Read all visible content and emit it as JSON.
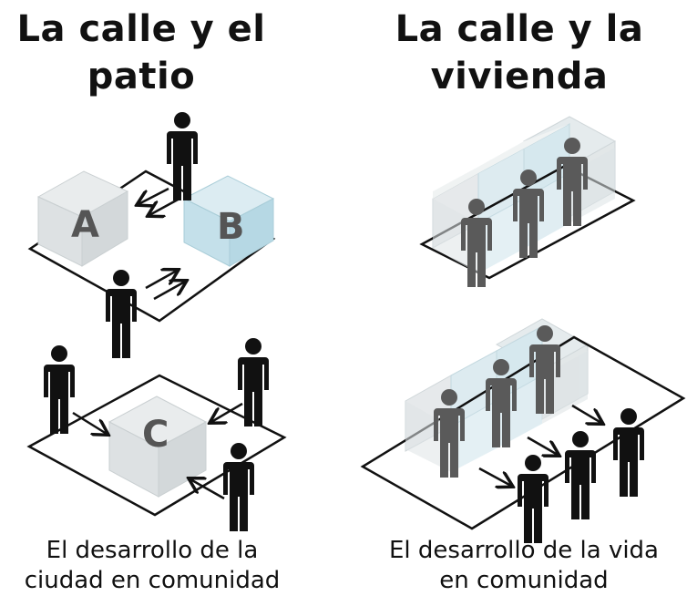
{
  "left": {
    "title": [
      "La calle y el",
      "patio"
    ],
    "caption": [
      "El desarrollo de la",
      "ciudad en comunidad"
    ],
    "labels": {
      "a": "A",
      "b": "B",
      "c": "C"
    }
  },
  "right": {
    "title": [
      "La calle y la",
      "vivienda"
    ],
    "caption": [
      "El desarrollo de la vida",
      "en comunidad"
    ]
  },
  "colors": {
    "box_grey": "#dfe4e6",
    "box_blue": "#cde6ee",
    "figure": "#111111",
    "figure_faded": "#5a5a5a"
  },
  "icons": [
    "person-icon",
    "arrow-icon",
    "cube-icon"
  ]
}
